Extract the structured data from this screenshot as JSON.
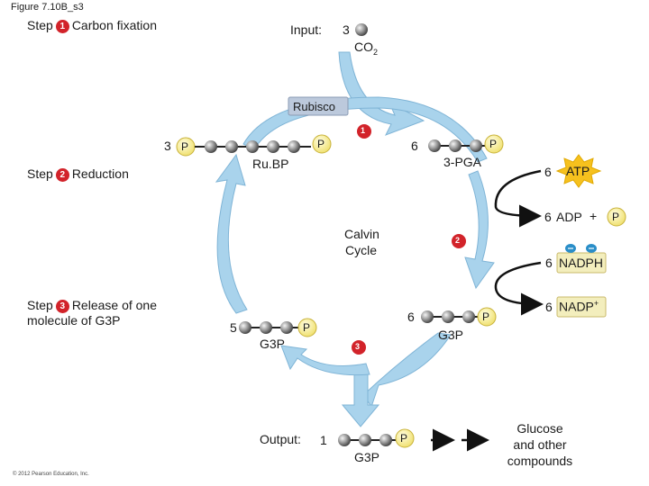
{
  "figure_label": "Figure 7.10B_s3",
  "steps": [
    {
      "number": "1",
      "label": "Carbon fixation"
    },
    {
      "number": "2",
      "label": "Reduction"
    },
    {
      "number": "3",
      "label_line1": "Release of one",
      "label_line2": "molecule of G3P"
    }
  ],
  "step_word": "Step",
  "input": {
    "label": "Input:",
    "count": "3",
    "molecule": "CO",
    "subscript": "2"
  },
  "enzyme": "Rubisco",
  "cycle_label": {
    "line1": "Calvin",
    "line2": "Cycle"
  },
  "molecules": {
    "rubp": {
      "count": "3",
      "name": "Ru.BP",
      "phosphate": "P"
    },
    "pga": {
      "count": "6",
      "name": "3-PGA",
      "phosphate": "P"
    },
    "g3p_six": {
      "count": "6",
      "name": "G3P",
      "phosphate": "P"
    },
    "g3p_five": {
      "count": "5",
      "name": "G3P",
      "phosphate": "P"
    },
    "g3p_out": {
      "count": "1",
      "name": "G3P",
      "phosphate": "P"
    }
  },
  "energy": {
    "atp": {
      "count": "6",
      "label": "ATP"
    },
    "adp": {
      "count": "6",
      "label": "ADP",
      "plus": "+",
      "phosphate": "P"
    },
    "nadph": {
      "count": "6",
      "label": "NADPH"
    },
    "nadp": {
      "count": "6",
      "label": "NADP",
      "superscript": "+"
    }
  },
  "output": {
    "label": "Output:",
    "count": "1"
  },
  "products": [
    "Glucose",
    "and other",
    "compounds"
  ],
  "copyright": "© 2012 Pearson Education, Inc.",
  "colors": {
    "badge": "#d2232a",
    "cycle_arrow": "#9fcce8",
    "phosphate": "#fff5b0",
    "atp_star": "#f6c11e",
    "carbon": "#8a8a8a"
  }
}
